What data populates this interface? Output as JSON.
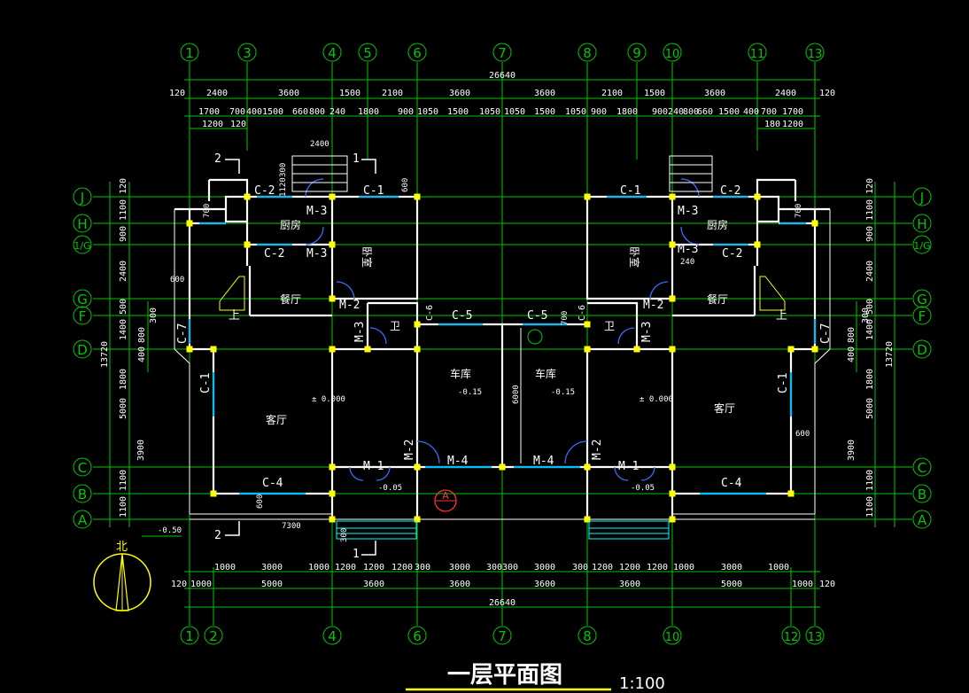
{
  "axes_top": [
    "1",
    "3",
    "4",
    "5",
    "6",
    "7",
    "8",
    "9",
    "10",
    "11",
    "13"
  ],
  "axes_bottom": [
    "1",
    "2",
    "4",
    "6",
    "7",
    "8",
    "10",
    "12",
    "13"
  ],
  "axes_left": [
    "J",
    "H",
    "1/G",
    "G",
    "F",
    "D",
    "C",
    "B",
    "A"
  ],
  "axes_right": [
    "J",
    "H",
    "1/G",
    "G",
    "F",
    "D",
    "C",
    "B",
    "A"
  ],
  "top_overall": "26640",
  "top_row1": [
    "120",
    "2400",
    "3600",
    "1500",
    "2100",
    "3600",
    "3600",
    "2100",
    "1500",
    "3600",
    "2400",
    "120"
  ],
  "top_row2": [
    "1700",
    "700",
    "400",
    "1500",
    "660",
    "800",
    "240",
    "1800",
    "900",
    "1050",
    "1500",
    "1050",
    "1050",
    "1500",
    "1050",
    "900",
    "1800",
    "900",
    "240",
    "800",
    "660",
    "1500",
    "400",
    "700",
    "1700"
  ],
  "top_row3": [
    "1200",
    "120",
    "180",
    "1200"
  ],
  "bottom_row1": [
    "1000",
    "3000",
    "1000",
    "1200",
    "1200",
    "1200",
    "300",
    "3000",
    "300",
    "300",
    "3000",
    "300",
    "1200",
    "1200",
    "1200",
    "1000",
    "3000",
    "1000"
  ],
  "bottom_row2": [
    "120",
    "1000",
    "5000",
    "3600",
    "3600",
    "3600",
    "3600",
    "5000",
    "1000",
    "120"
  ],
  "bottom_overall": "26640",
  "left_dims": [
    "120",
    "1100",
    "900",
    "2400",
    "500",
    "1400",
    "800",
    "300",
    "400",
    "1800",
    "5000",
    "3900",
    "1100",
    "1100",
    "13720"
  ],
  "right_dims": [
    "120",
    "1100",
    "900",
    "2400",
    "500",
    "1400",
    "800",
    "300",
    "400",
    "1800",
    "5000",
    "3900",
    "1100",
    "1100",
    "13720"
  ],
  "rooms": {
    "kitchen": "厨房",
    "bedroom": "卧室",
    "dining": "餐厅",
    "wc": "卫",
    "garage": "车库",
    "living": "客厅"
  },
  "labels": {
    "c1": "C-1",
    "c2": "C-2",
    "c4": "C-4",
    "c5": "C-5",
    "c6": "C-6",
    "c7": "C-7",
    "m1": "M-1",
    "m2": "M-2",
    "m3": "M-3",
    "m4": "M-4",
    "up": "上",
    "stair_w": "2400",
    "elev_0": "± 0.000",
    "elev_015": "-0.15",
    "elev_005": "-0.05",
    "elev_05": "-0.50",
    "garage_depth": "6000",
    "step_w": "300",
    "section_a": "A",
    "section_1": "1",
    "section_2": "2",
    "north": "北",
    "dim_600": "600",
    "dim_700": "700",
    "dim_240": "240",
    "dim_300": "300",
    "dim_1120": "1120",
    "dim_7300": "7300"
  },
  "title": "一层平面图",
  "scale": "1:100",
  "colors": {
    "grid": "#00c800",
    "wall": "#ffffff",
    "column": "#ffff00",
    "window": "#00bfff",
    "door": "#3b6bff",
    "title": "#ffffff"
  }
}
